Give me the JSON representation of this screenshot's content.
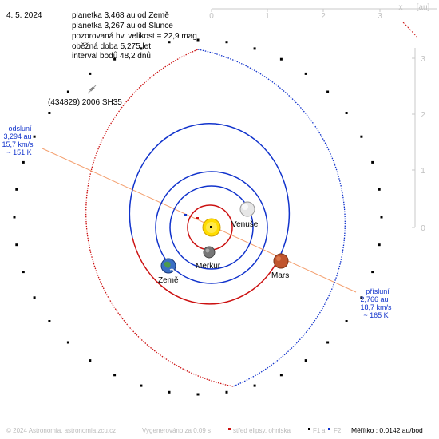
{
  "date": "4. 5. 2024",
  "info": {
    "line1": "planetka 3,468 au od Země",
    "line2": "planetka 3,267 au od Slunce",
    "line3": "pozorovaná hv. velikost = 22,9 mag",
    "line4": "oběžná doba 5,275 let",
    "line5": "interval bodů 48,2 dnů"
  },
  "object_name": "(434829) 2006 SH35",
  "aphelion": {
    "title": "odsluní",
    "dist": "3,294 au",
    "speed": "15,7 km/s",
    "temp": "~ 151 K"
  },
  "perihelion": {
    "title": "přísluní",
    "dist": "2,766 au",
    "speed": "18,7 km/s",
    "temp": "~ 165 K"
  },
  "bodies": {
    "venus": "Venuše",
    "earth": "Země",
    "mercury": "Merkur",
    "mars": "Mars"
  },
  "axes": {
    "x_ticks": [
      "0",
      "1",
      "2",
      "3"
    ],
    "y_ticks": [
      "3",
      "2",
      "1",
      "0"
    ],
    "x_label": "x",
    "unit": "[au]"
  },
  "footer": {
    "copyright": "© 2024 Astronomia, astronomia.zcu.cz",
    "generated": "Vygenerováno za 0,09 s",
    "legend_center": "střed elipsy, ohniska",
    "f1": "F1",
    "a": "a",
    "f2": "F2",
    "scale": "Měřítko : 0,0142 au/bod"
  },
  "colors": {
    "red": "#cc1111",
    "blue": "#1133cc",
    "orange_line": "#f4a070",
    "sun": "#ffdd00",
    "mars": "#c0552e"
  }
}
